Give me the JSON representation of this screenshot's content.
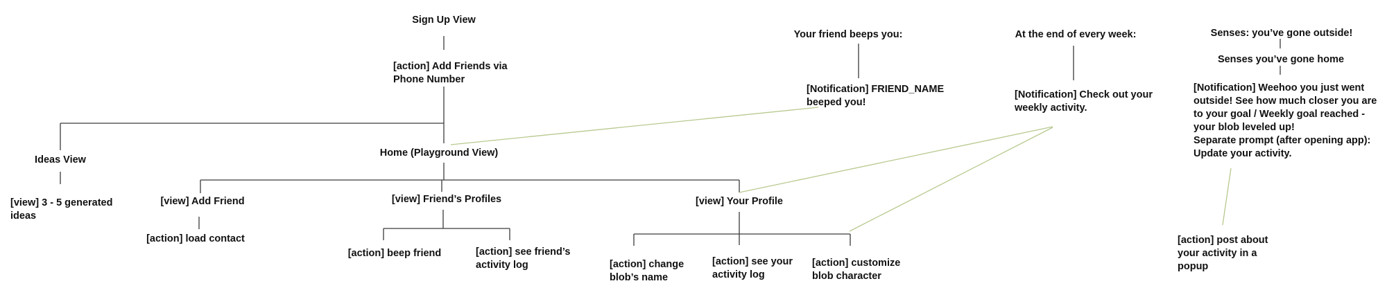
{
  "colors": {
    "tree_line": "#3a3a3a",
    "link_line": "#b7c98e",
    "text": "#111111"
  },
  "nodes": {
    "signup": "Sign Up View",
    "add_friends_phone": [
      "[action] Add Friends via",
      "Phone Number"
    ],
    "ideas_view": "Ideas View",
    "generated_ideas": [
      "[view] 3 - 5 generated",
      "ideas"
    ],
    "home": "Home (Playground View)",
    "add_friend": "[view] Add Friend",
    "load_contact": "[action] load contact",
    "friends_profiles": "[view] Friend’s Profiles",
    "beep_friend": "[action] beep friend",
    "see_friend_log": [
      "[action] see friend’s",
      "activity log"
    ],
    "your_profile": "[view] Your Profile",
    "change_blob_name": [
      "[action] change",
      "blob’s name"
    ],
    "see_your_log": [
      "[action] see your",
      "activity log"
    ],
    "customize_blob": [
      "[action] customize",
      "blob character"
    ],
    "friend_beeps_header": "Your friend beeps you:",
    "beep_notification": [
      "[Notification] FRIEND_NAME",
      "beeped you!"
    ],
    "week_end_header": "At the end of every week:",
    "weekly_notification": [
      "[Notification] Check out your",
      "weekly activity."
    ],
    "senses_outside": "Senses: you’ve gone outside!",
    "senses_home": "Senses you’ve gone home",
    "outside_notification": [
      "[Notification] Weehoo you just went",
      "outside! See how much closer you are",
      "to your goal / Weekly goal reached -",
      "your blob leveled up!",
      "Separate prompt (after opening app):",
      "Update your activity."
    ],
    "post_popup": [
      "[action] post about",
      "your activity in a",
      "popup"
    ]
  }
}
